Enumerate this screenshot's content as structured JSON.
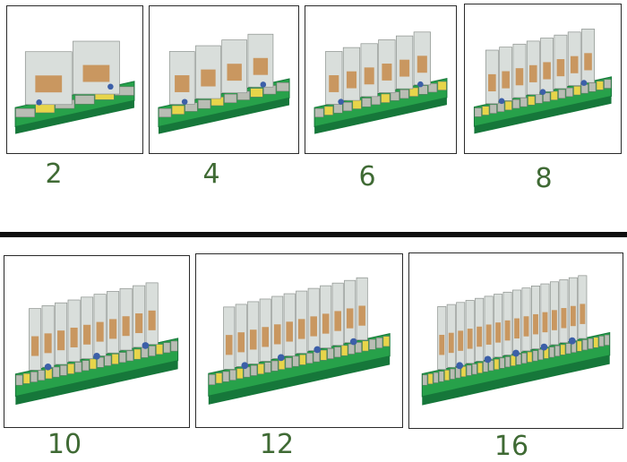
{
  "products": [
    {
      "label": "2",
      "relay_count": 2
    },
    {
      "label": "4",
      "relay_count": 4
    },
    {
      "label": "6",
      "relay_count": 6
    },
    {
      "label": "8",
      "relay_count": 8
    },
    {
      "label": "10",
      "relay_count": 10
    },
    {
      "label": "12",
      "relay_count": 12
    },
    {
      "label": "16",
      "relay_count": 16
    }
  ],
  "colors": {
    "base_green": "#27a14a",
    "base_green_dark": "#16773a",
    "relay_clear": "#d9dedb",
    "relay_copper": "#c58b4a",
    "terminal_yellow": "#e7d54a",
    "terminal_grey": "#b9bdb4",
    "connector_blue": "#3c5fa8",
    "label_color": "#3f6a34",
    "divider": "#0e0e0e"
  }
}
